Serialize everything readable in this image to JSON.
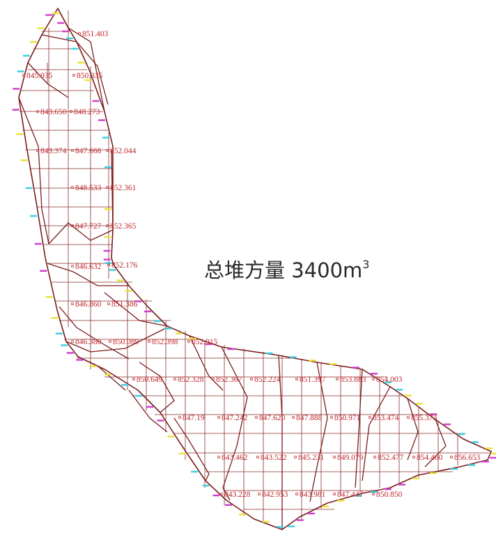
{
  "title": {
    "text": "总堆方量 3400m",
    "superscript": "3"
  },
  "spot_elevations": [
    "851.403",
    "845.935",
    "850.335",
    "843.650",
    "848.273",
    "843.374",
    "847.666",
    "852.044",
    "848.533",
    "852.361",
    "847.727",
    "852.365",
    "846.632",
    "852.176",
    "846.860",
    "851.386",
    "846.380",
    "850.089",
    "852.398",
    "852.915",
    "850.649",
    "852.328",
    "852.367",
    "852.224",
    "851.397",
    "853.883",
    "854.003",
    "847.19",
    "847.242",
    "847.620",
    "847.888",
    "850.971",
    "853.474",
    "855.373",
    "843.462",
    "843.522",
    "845.231",
    "849.079",
    "852.477",
    "854.460",
    "856.653",
    "843.228",
    "842.953",
    "843.981",
    "847.447",
    "850.850"
  ],
  "colors": {
    "outline": "#7a1c1c",
    "grid": "#8a2a2a",
    "elevation_text": "#c0282d",
    "tick_cyan": "#3fd0e0",
    "tick_yellow": "#e8e23a",
    "tick_magenta": "#d040d0"
  }
}
